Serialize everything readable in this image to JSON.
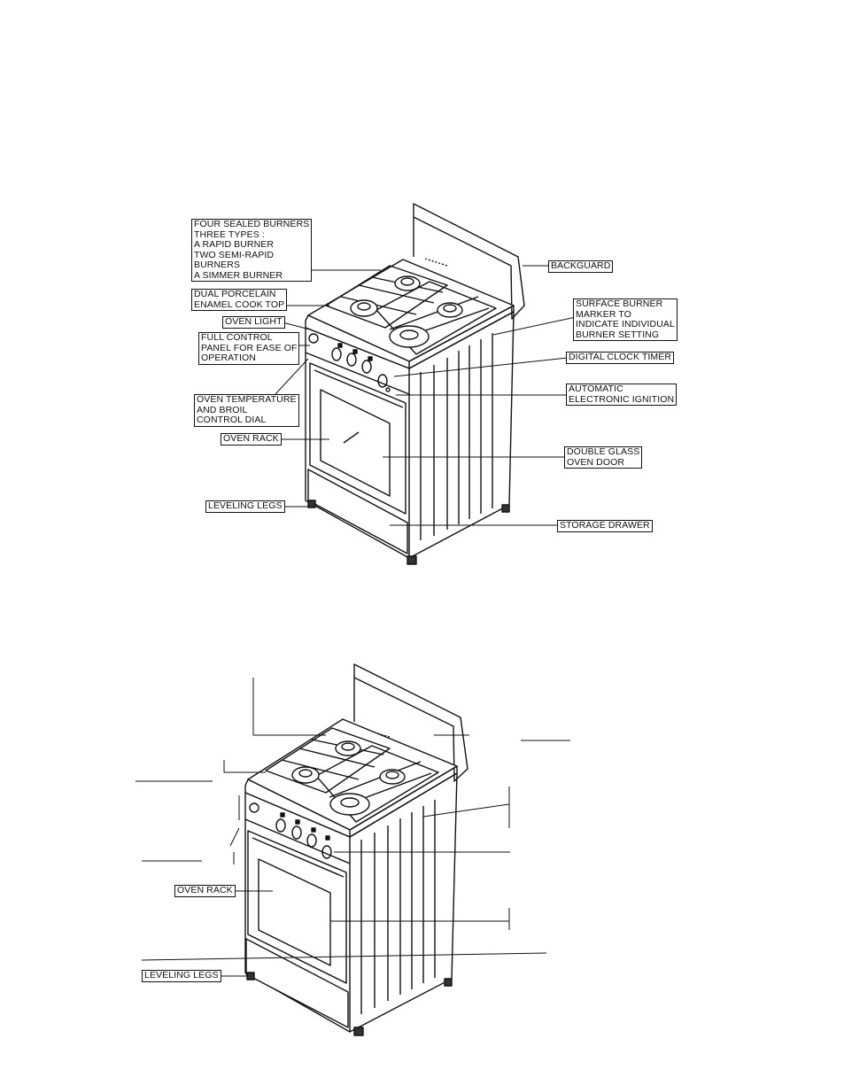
{
  "figure_top": {
    "labels": {
      "sealed_burners": "FOUR SEALED BURNERS\nTHREE TYPES :\nA RAPID BURNER\nTWO SEMI-RAPID\nBURNERS\nA SIMMER BURNER",
      "cook_top": "DUAL PORCELAIN\nENAMEL COOK TOP",
      "oven_light": "OVEN LIGHT",
      "control_panel": "FULL CONTROL\nPANEL FOR EASE OF\nOPERATION",
      "temperature_dial": "OVEN TEMPERATURE\nAND BROIL\nCONTROL DIAL",
      "oven_rack": "OVEN RACK",
      "leveling_legs": "LEVELING LEGS",
      "backguard": "BACKGUARD",
      "burner_marker": "SURFACE BURNER\nMARKER TO\nINDICATE INDIVIDUAL\nBURNER SETTING",
      "clock_timer": "DIGITAL CLOCK TIMER",
      "ignition": "AUTOMATIC\nELECTRONIC IGNITION",
      "oven_door": "DOUBLE GLASS\nOVEN DOOR",
      "storage_drawer": "STORAGE DRAWER"
    }
  },
  "figure_bottom": {
    "labels": {
      "oven_rack": "OVEN RACK",
      "leveling_legs": "LEVELING LEGS"
    }
  }
}
